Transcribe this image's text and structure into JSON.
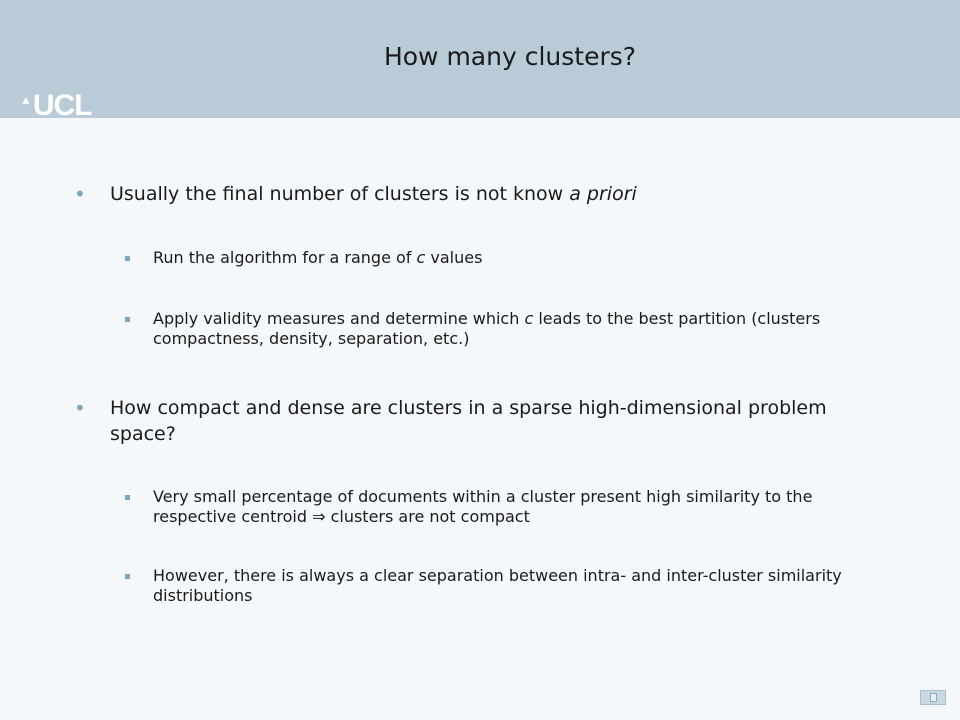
{
  "slide": {
    "title": "How many clusters?",
    "logo_text": "UCL",
    "logo_icon": "ucl-dome-icon"
  },
  "bullets": [
    {
      "text_before": "Usually the final number of clusters is not know ",
      "text_emphasis": "a priori",
      "subs": [
        {
          "text_before": "Run the algorithm for a range of ",
          "text_emphasis": "c",
          "text_after": " values"
        },
        {
          "text_before": "Apply validity measures and determine which ",
          "text_emphasis": "c",
          "text_after": " leads to the best partition (clusters compactness, density, separation, etc.)"
        }
      ]
    },
    {
      "text": "How compact and dense are clusters in a sparse high-dimensional problem space?",
      "subs": [
        {
          "text_before": "Very small percentage of documents within a cluster present high similarity to the respective centroid ",
          "symbol": "⇒",
          "text_after": " clusters are not compact"
        },
        {
          "text": "However, there is always a clear separation between intra- and inter-cluster similarity distributions"
        }
      ]
    }
  ],
  "colors": {
    "header": "#b9cbd7",
    "background": "#f5f8fb",
    "bullet": "#7ba7c0",
    "text": "#1a1a1a"
  }
}
